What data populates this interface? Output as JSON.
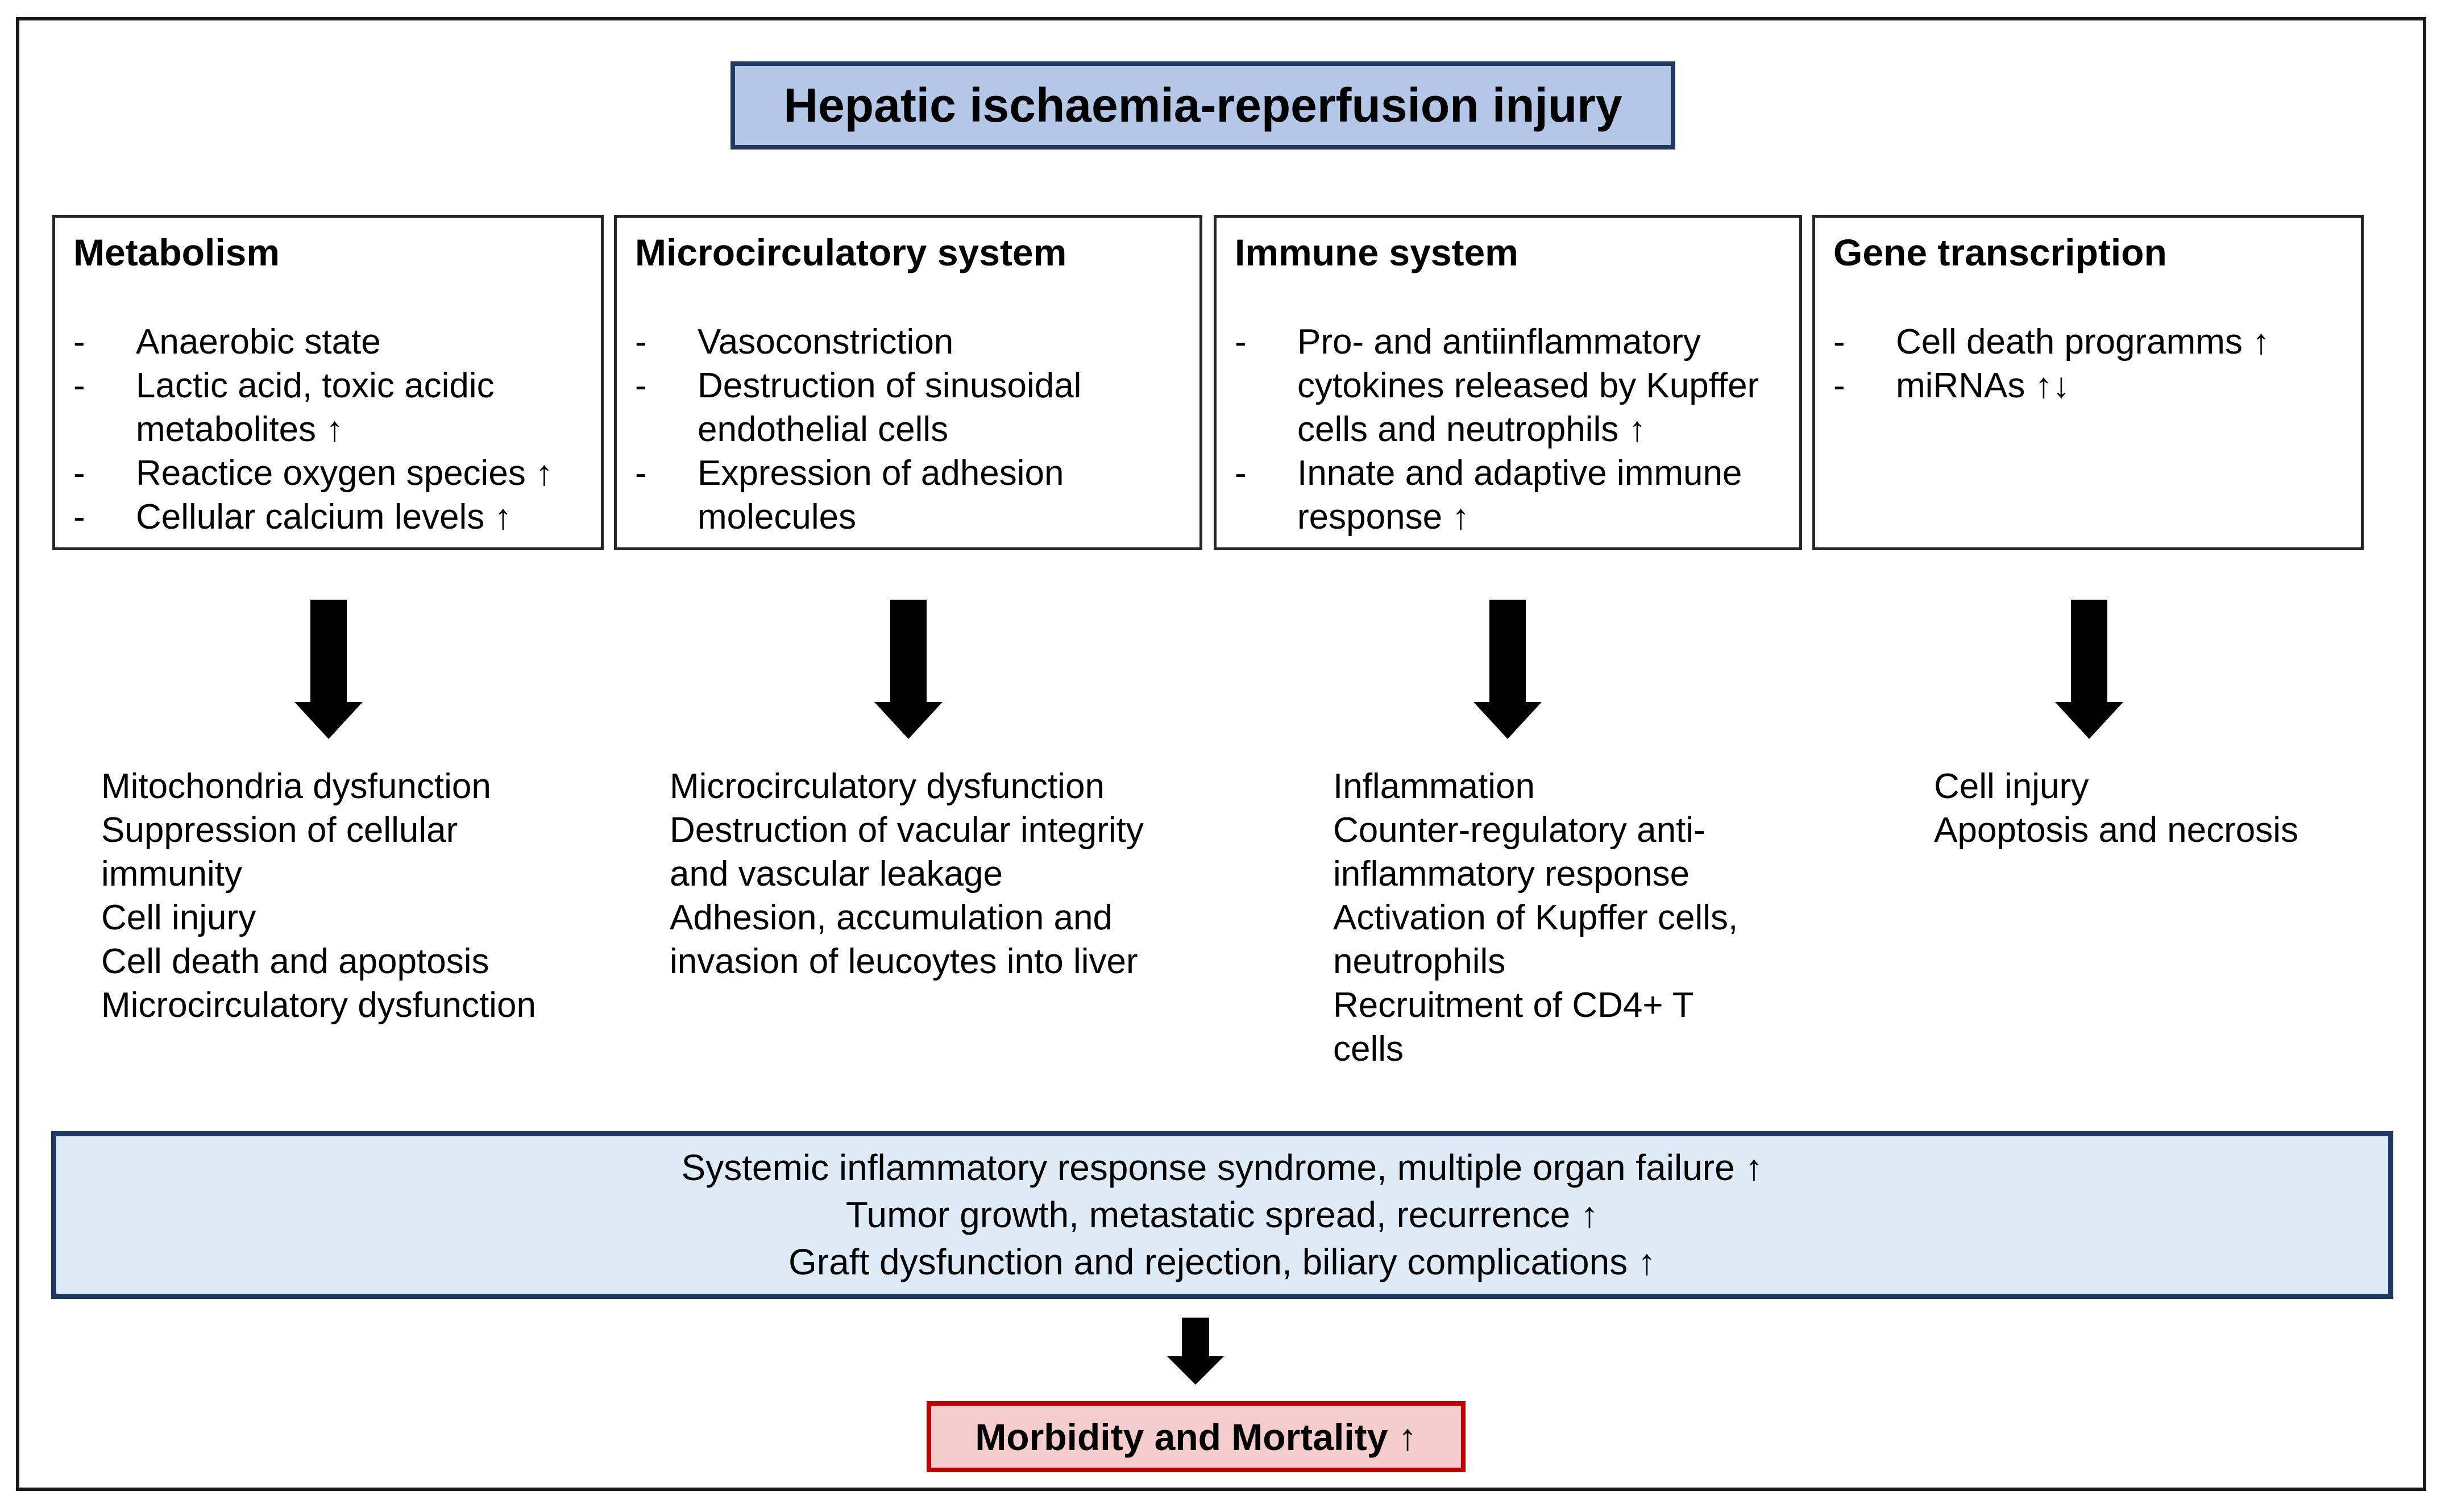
{
  "title": "Hepatic ischaemia-reperfusion injury",
  "categories": [
    {
      "title": "Metabolism",
      "items": [
        "Anaerobic state",
        "Lactic acid, toxic acidic",
        "metabolites ↑",
        "Reactice oxygen species ↑",
        "Cellular calcium levels ↑"
      ],
      "item_dashes": [
        true,
        true,
        false,
        true,
        true
      ],
      "effects": [
        "Mitochondria dysfunction",
        "Suppression of cellular",
        "immunity",
        "Cell injury",
        "Cell death and apoptosis",
        "Microcirculatory dysfunction"
      ]
    },
    {
      "title": "Microcirculatory system",
      "items": [
        "Vasoconstriction",
        "Destruction of sinusoidal",
        "endothelial cells",
        "Expression of adhesion",
        "molecules"
      ],
      "item_dashes": [
        true,
        true,
        false,
        true,
        false
      ],
      "effects": [
        "Microcirculatory dysfunction",
        "Destruction of vacular integrity",
        "and vascular leakage",
        "Adhesion, accumulation and",
        "invasion of leucoytes into liver"
      ]
    },
    {
      "title": "Immune system",
      "items": [
        "Pro- and antiinflammatory",
        "cytokines released by Kupffer",
        "cells and neutrophils ↑",
        "Innate and adaptive immune",
        "response ↑"
      ],
      "item_dashes": [
        true,
        false,
        false,
        true,
        false
      ],
      "effects": [
        "Inflammation",
        "Counter-regulatory anti-",
        "inflammatory response",
        "Activation of Kupffer cells,",
        "neutrophils",
        "Recruitment of CD4+ T",
        "cells"
      ]
    },
    {
      "title": "Gene transcription",
      "items": [
        "Cell death programms ↑",
        "miRNAs ↑↓"
      ],
      "item_dashes": [
        true,
        true
      ],
      "effects": [
        "Cell injury",
        "Apoptosis and necrosis"
      ]
    }
  ],
  "outcomes": [
    "Systemic inflammatory response syndrome, multiple organ failure ↑",
    "Tumor growth, metastatic spread, recurrence ↑",
    "Graft dysfunction and rejection, biliary complications ↑"
  ],
  "final": "Morbidity and Mortality ↑",
  "colors": {
    "title_fill": "#b4c7e7",
    "title_border": "#1f3864",
    "outcome_fill": "#deebf7",
    "outcome_border": "#1f3864",
    "final_fill": "#f4cccc",
    "final_border": "#c00000"
  }
}
